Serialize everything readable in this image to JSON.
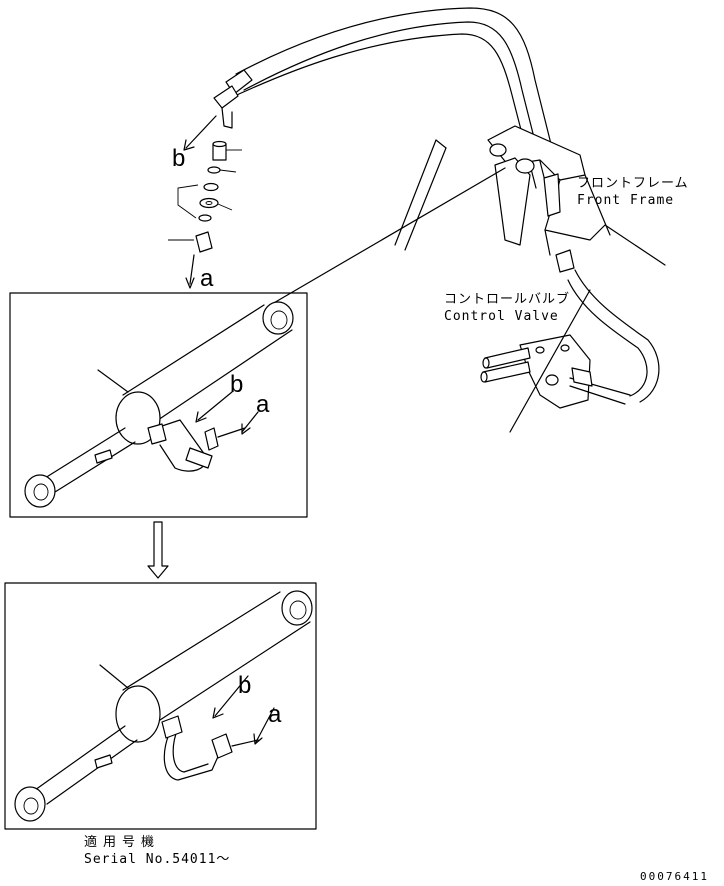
{
  "labels": {
    "front_frame_jp": "フロントフレーム",
    "front_frame_en": "Front Frame",
    "control_valve_jp": "コントロールバルブ",
    "control_valve_en": "Control Valve",
    "callout_a": "a",
    "callout_b": "b",
    "applicable_jp": "適用号機",
    "serial": "Serial No.54011～",
    "drawing_number": "00076411"
  }
}
